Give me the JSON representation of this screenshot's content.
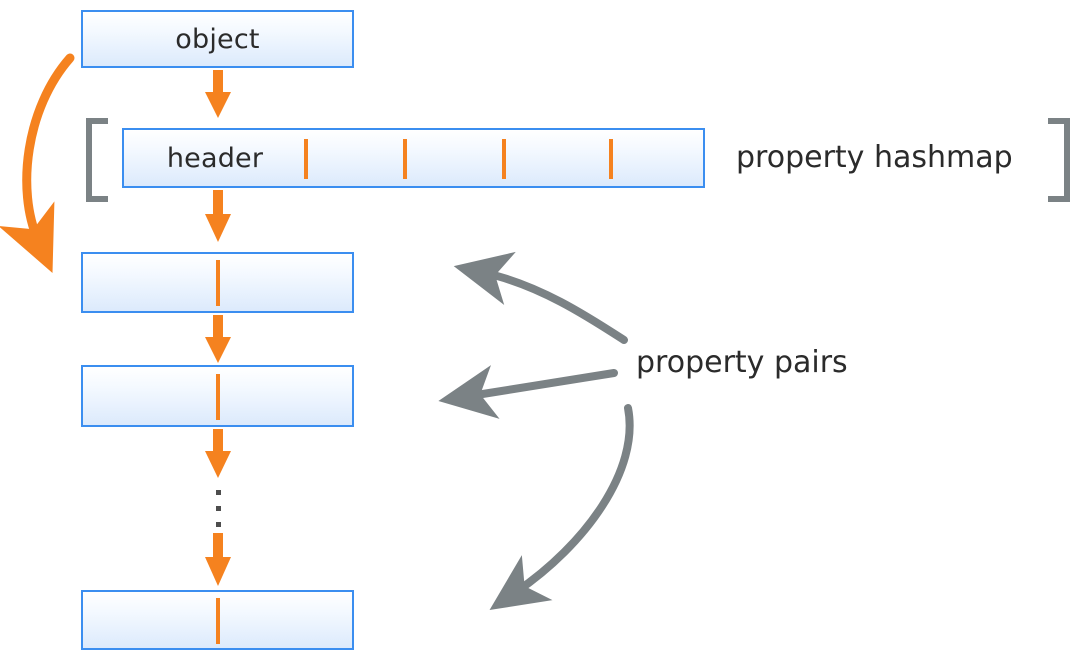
{
  "diagram": {
    "title": "JavaScript object property hashmap and property pairs layout",
    "colors": {
      "box_border": "#3b8ef0",
      "box_fill_top": "#ffffff",
      "box_fill_bottom": "#dceafc",
      "orange": "#f5821f",
      "gray": "#7b8285",
      "text": "#2b2b2b",
      "dot": "#4d4d4d",
      "background": "#ffffff"
    },
    "boxes": [
      {
        "id": "object",
        "label": "object",
        "has_tick": false
      },
      {
        "id": "hashmap-row",
        "label": "header",
        "has_tick": true,
        "tick_count": 4
      },
      {
        "id": "pair-row-1",
        "label": "",
        "has_tick": true
      },
      {
        "id": "pair-row-2",
        "label": "",
        "has_tick": true
      },
      {
        "id": "pair-row-last",
        "label": "",
        "has_tick": true
      }
    ],
    "labels": {
      "object": "object",
      "header": "header",
      "property_hashmap": "property hashmap",
      "property_pairs": "property pairs"
    },
    "ellipsis_dots": 3,
    "arrows": {
      "orange_down_count": 4,
      "orange_curve_label": "object-to-first-pair",
      "gray_pointer_count": 3
    }
  }
}
